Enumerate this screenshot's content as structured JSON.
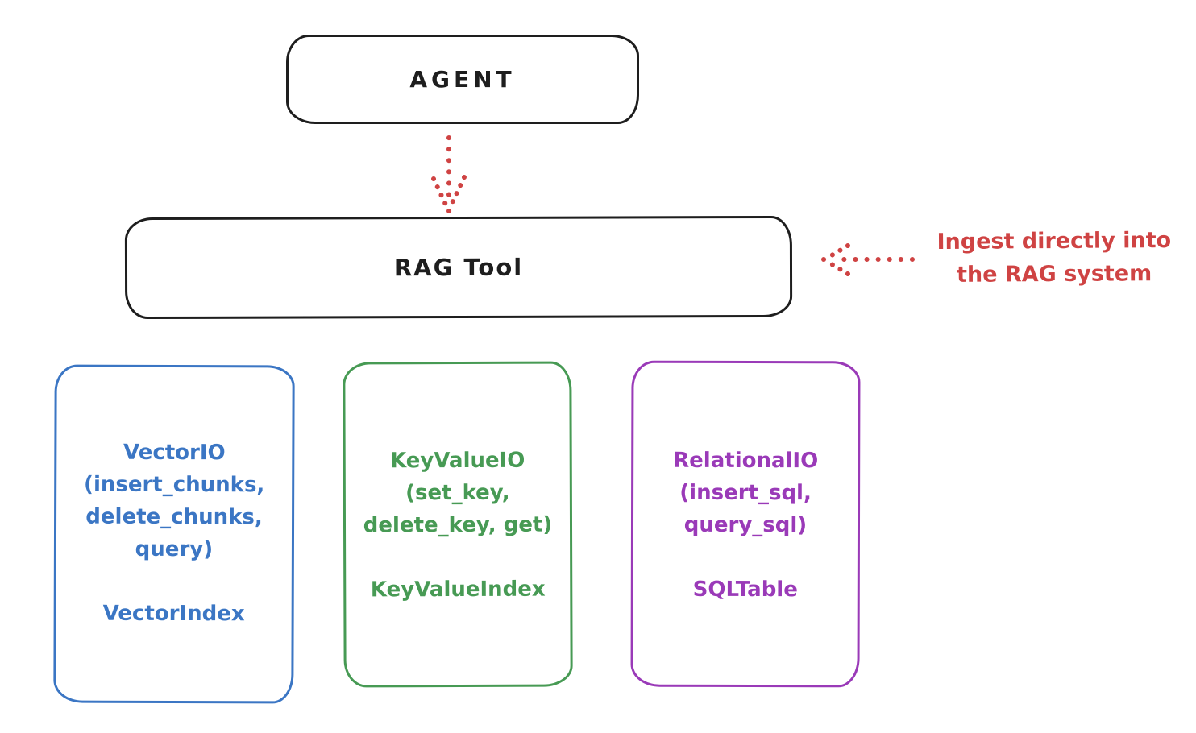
{
  "colors": {
    "ink": "#1e1e1e",
    "red": "#cf4343",
    "blue": "#3b76c4",
    "green": "#479a54",
    "purple": "#9a3ab8",
    "background": "#ffffff"
  },
  "nodes": {
    "agent": {
      "label": "AGENT"
    },
    "rag_tool": {
      "label": "RAG Tool"
    },
    "vector_io": {
      "body": "VectorIO\n(insert_chunks,\ndelete_chunks,\nquery)",
      "index": "VectorIndex",
      "color": "#3b76c4"
    },
    "key_value_io": {
      "body": "KeyValueIO\n(set_key,\ndelete_key, get)",
      "index": "KeyValueIndex",
      "color": "#479a54"
    },
    "relational_io": {
      "body": "RelationalIO\n(insert_sql,\nquery_sql)",
      "index": "SQLTable",
      "color": "#9a3ab8"
    }
  },
  "annotation": {
    "line1": "Ingest directly into",
    "line2": "the RAG system"
  },
  "arrows": [
    {
      "name": "agent-to-rag-tool",
      "style": "dotted",
      "color": "#cf4343",
      "direction": "down"
    },
    {
      "name": "ingest-into-rag-tool",
      "style": "dotted",
      "color": "#cf4343",
      "direction": "left"
    }
  ]
}
